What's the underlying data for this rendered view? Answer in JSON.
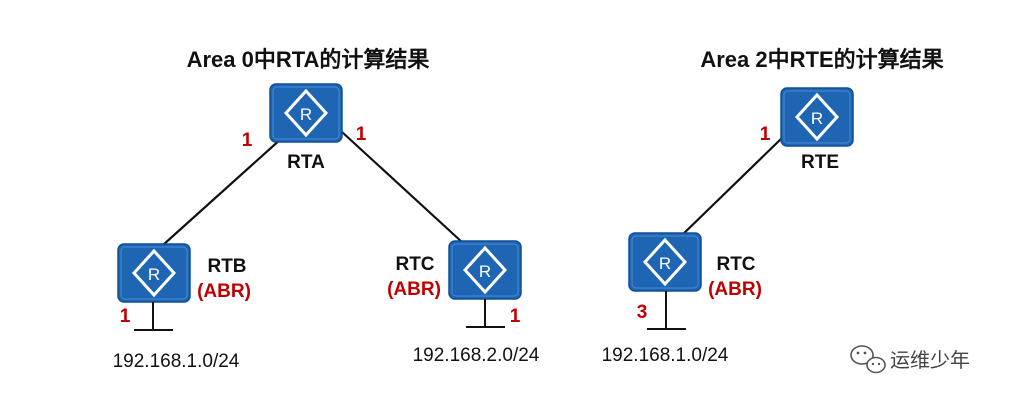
{
  "left_panel": {
    "title": "Area 0中RTA的计算结果",
    "routers": {
      "rta": "RTA",
      "rtb": "RTB",
      "rtb_role": "(ABR)",
      "rtc": "RTC",
      "rtc_role": "(ABR)"
    },
    "costs": {
      "rta_rtb": "1",
      "rta_rtc": "1",
      "rtb_net": "1",
      "rtc_net": "1"
    },
    "networks": {
      "rtb_net": "192.168.1.0/24",
      "rtc_net": "192.168.2.0/24"
    }
  },
  "right_panel": {
    "title": "Area 2中RTE的计算结果",
    "routers": {
      "rte": "RTE",
      "rtc": "RTC",
      "rtc_role": "(ABR)"
    },
    "costs": {
      "rte_rtc": "1",
      "rtc_net": "3"
    },
    "networks": {
      "rtc_net": "192.168.1.0/24"
    }
  },
  "router_icon_letter": "R",
  "watermark": "运维少年",
  "colors": {
    "router_fill": "#1e66b3",
    "router_edge": "#0f4f96",
    "cost": "#c00000",
    "text": "#111111"
  }
}
